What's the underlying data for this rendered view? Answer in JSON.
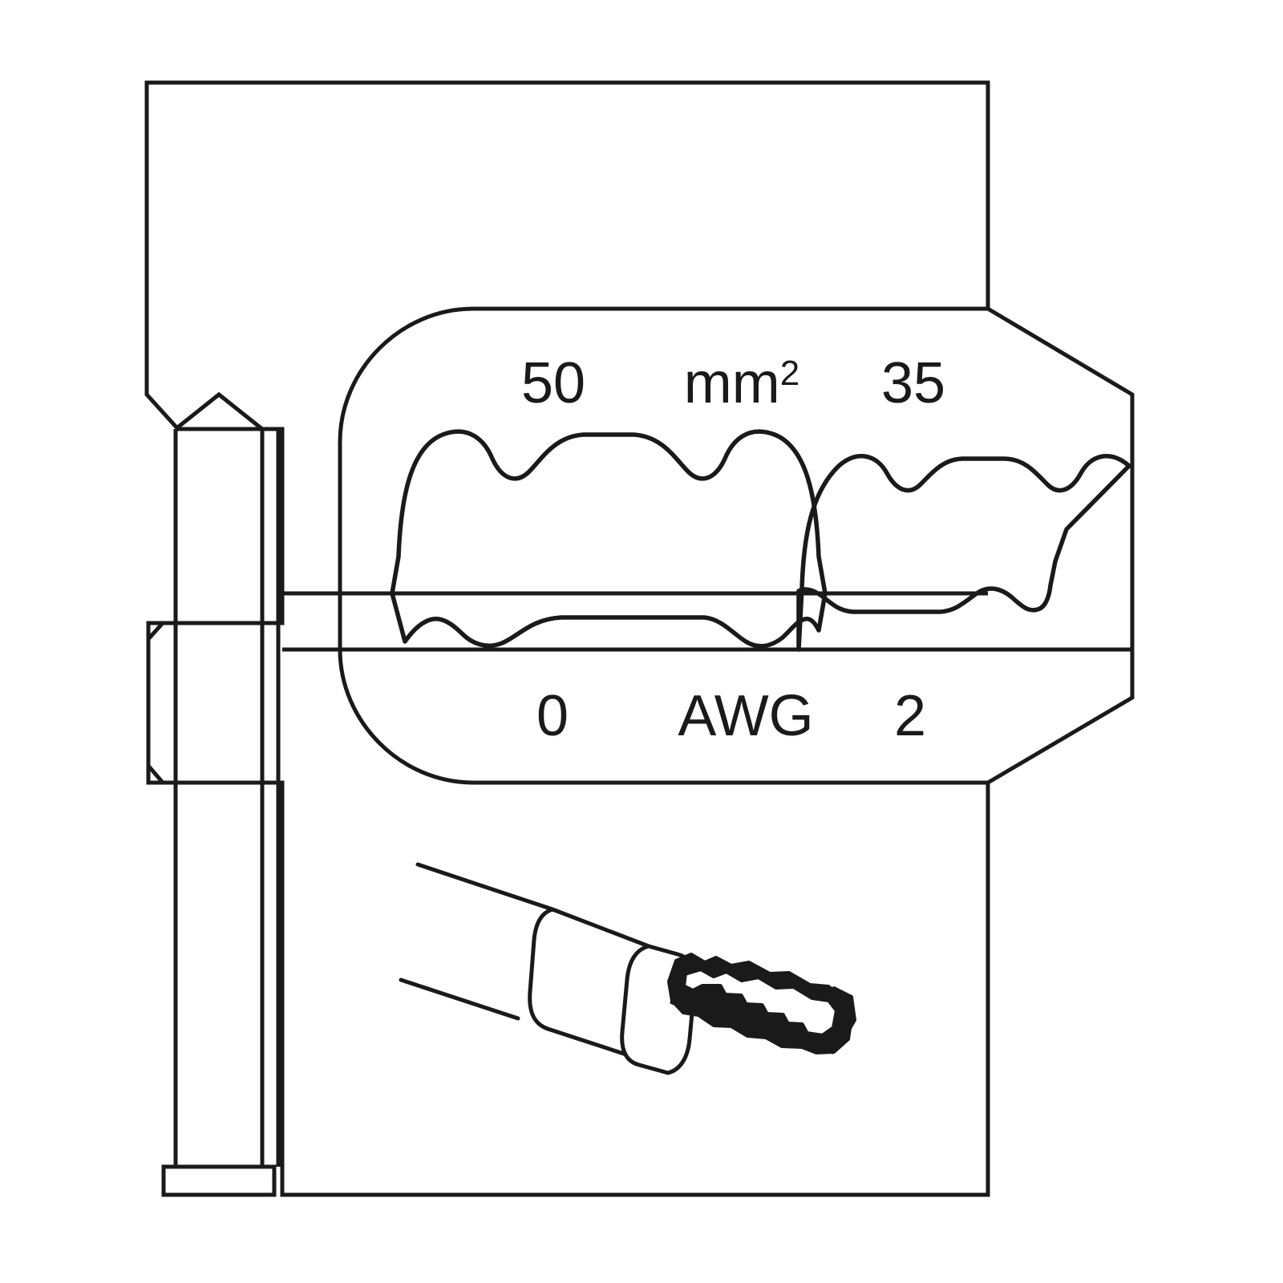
{
  "diagram": {
    "title": "Crimping die insert profile",
    "line_color": "#1a1a1a",
    "background_color": "#ffffff"
  },
  "labels": {
    "metric_left": "50",
    "metric_unit": "mm",
    "metric_unit_exponent": "2",
    "metric_right": "35",
    "awg_left": "0",
    "awg_unit": "AWG",
    "awg_right": "2"
  },
  "dies": [
    {
      "name": "die-nest-50mm2",
      "metric": "50",
      "awg": "0"
    },
    {
      "name": "die-nest-35mm2",
      "metric": "35",
      "awg": "2"
    }
  ],
  "parts": {
    "body": "die-holder-body",
    "arm": "die-arm-outline",
    "left_column": "guide-rail",
    "left_lug": "locating-lug",
    "foot": "rail-foot",
    "ferrule": "wire-end-ferrule",
    "wire": "stranded-wire",
    "crimped_tip": "crimped-ferrule-tip"
  }
}
